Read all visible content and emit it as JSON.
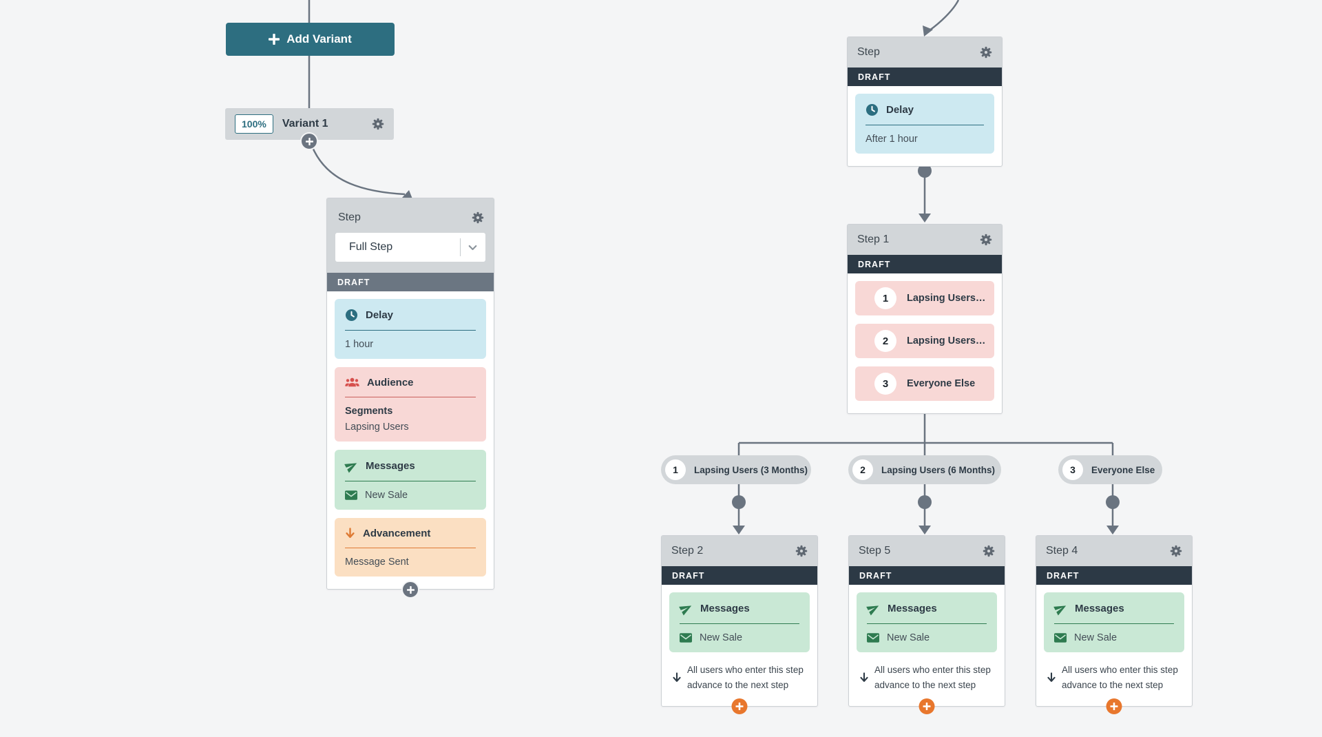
{
  "colors": {
    "canvas_bg": "#f4f5f6",
    "accent_teal": "#2d6e80",
    "header_gray": "#d2d6d9",
    "draft_dark": "#2c3945",
    "draft_gray": "#6b7682",
    "connector_gray": "#6a7480",
    "delay_bg": "#cde9f1",
    "audience_bg": "#f8d8d6",
    "audience_accent": "#d6504d",
    "messages_bg": "#c9e8d5",
    "messages_accent": "#2e7b50",
    "advancement_bg": "#fbdfc2",
    "advancement_accent": "#de7b35",
    "plus_orange": "#e8772d"
  },
  "add_variant": {
    "label": "Add Variant"
  },
  "variant": {
    "percent": "100%",
    "name": "Variant 1"
  },
  "full_step": {
    "title": "Step",
    "type_value": "Full Step",
    "status": "DRAFT",
    "delay": {
      "title": "Delay",
      "value": "1 hour"
    },
    "audience": {
      "title": "Audience",
      "field_label": "Segments",
      "field_value": "Lapsing Users"
    },
    "messages": {
      "title": "Messages",
      "value": "New Sale"
    },
    "advancement": {
      "title": "Advancement",
      "value": "Message Sent"
    }
  },
  "delay_step": {
    "title": "Step",
    "status": "DRAFT",
    "delay": {
      "title": "Delay",
      "value": "After 1 hour"
    }
  },
  "audience_step": {
    "title": "Step 1",
    "status": "DRAFT",
    "rows": [
      {
        "num": "1",
        "label": "Lapsing Users…"
      },
      {
        "num": "2",
        "label": "Lapsing Users…"
      },
      {
        "num": "3",
        "label": "Everyone Else"
      }
    ]
  },
  "branches": [
    {
      "num": "1",
      "label": "Lapsing Users (3 Months)"
    },
    {
      "num": "2",
      "label": "Lapsing Users (6 Months)"
    },
    {
      "num": "3",
      "label": "Everyone Else"
    }
  ],
  "message_steps": [
    {
      "title": "Step 2",
      "status": "DRAFT",
      "messages": {
        "title": "Messages",
        "value": "New Sale"
      },
      "note": "All users who enter this step advance to the next step"
    },
    {
      "title": "Step 5",
      "status": "DRAFT",
      "messages": {
        "title": "Messages",
        "value": "New Sale"
      },
      "note": "All users who enter this step advance to the next step"
    },
    {
      "title": "Step 4",
      "status": "DRAFT",
      "messages": {
        "title": "Messages",
        "value": "New Sale"
      },
      "note": "All users who enter this step advance to the next step"
    }
  ]
}
